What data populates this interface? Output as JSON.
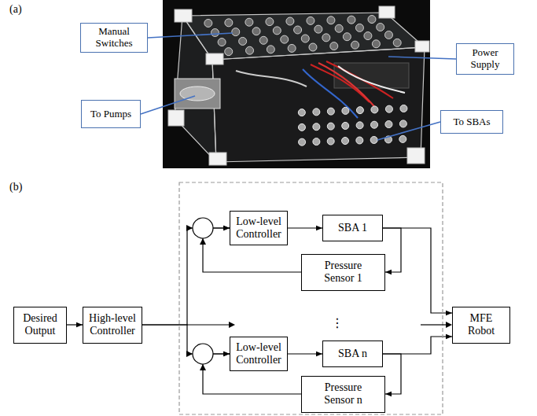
{
  "diagram": {
    "nodes": [
      {
        "text": [
          "Manual Switches"
        ]
      },
      {
        "text": [
          "Power Supply"
        ]
      },
      {
        "text": [
          "To Pumps"
        ]
      },
      {
        "text": [
          "To SBAs"
        ]
      },
      {
        "text": [
          "Desired Output"
        ]
      },
      {
        "text": [
          "High-level Controller"
        ]
      },
      {
        "text": [
          "Low-level Controller"
        ]
      },
      {
        "text": [
          "SBA 1"
        ]
      },
      {
        "text": [
          "Pressure Sensor 1"
        ]
      },
      {
        "text": [
          "Low-level Controller"
        ]
      },
      {
        "text": [
          "SBA n"
        ]
      },
      {
        "text": [
          "Pressure Sensor n"
        ]
      },
      {
        "text": [
          "MFE Robot"
        ]
      }
    ],
    "edges": [
      {
        "from": 4,
        "to": 5,
        "arrow": "to"
      },
      {
        "from": 5,
        "to": 6,
        "arrow": "to"
      },
      {
        "from": 6,
        "to": 7,
        "arrow": "to"
      },
      {
        "from": 7,
        "to": 8,
        "arrow": "to"
      },
      {
        "from": 8,
        "to": 6,
        "arrow": "to"
      },
      {
        "from": 7,
        "to": 12,
        "arrow": "to"
      },
      {
        "from": 5,
        "to": 9,
        "arrow": "to"
      },
      {
        "from": 9,
        "to": 10,
        "arrow": "to"
      },
      {
        "from": 10,
        "to": 11,
        "arrow": "to"
      },
      {
        "from": 11,
        "to": 9,
        "arrow": "to"
      },
      {
        "from": 10,
        "to": 12,
        "arrow": "to"
      }
    ],
    "labels": [
      "(a)",
      "(b)",
      "⋮"
    ]
  }
}
